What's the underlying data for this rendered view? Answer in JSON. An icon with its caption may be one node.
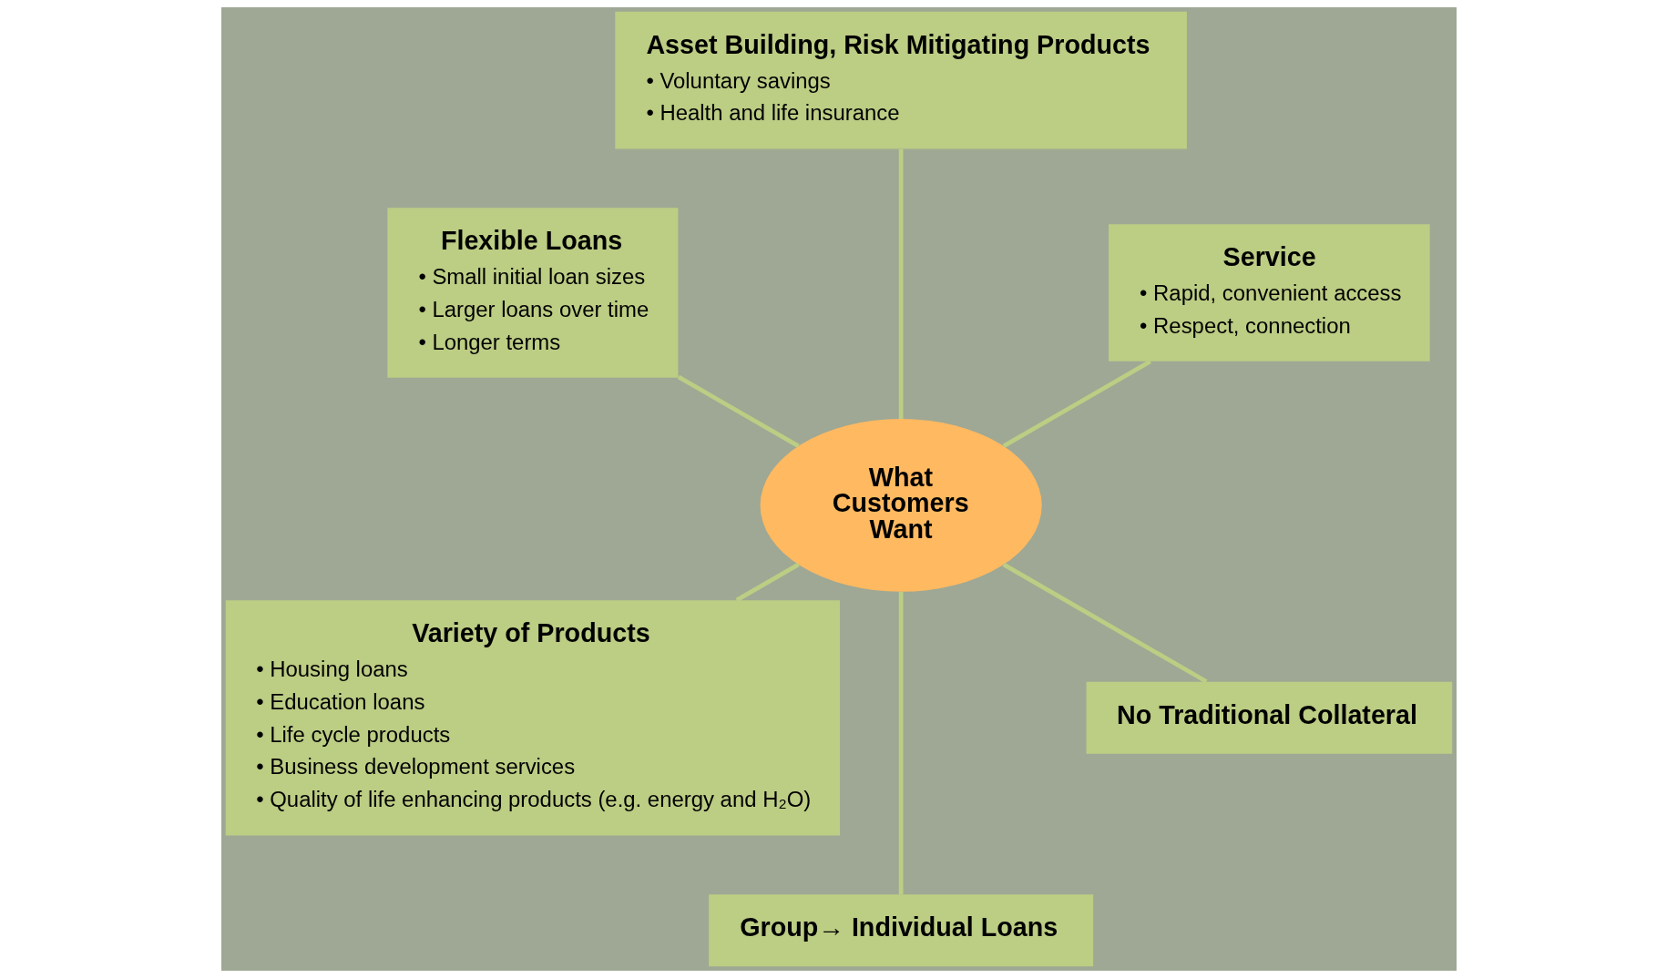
{
  "diagram": {
    "nodes": [
      {
        "text": [
          "Service",
          "• Rapid, convenient access",
          "• Respect, connection"
        ]
      },
      {
        "text": [
          "Asset Building, Risk Mitigating Products",
          "• Voluntary savings",
          "• Health and life insurance"
        ]
      },
      {
        "text": [
          "Flexible Loans",
          "• Small initial loan sizes",
          "• Larger loans over time",
          "• Longer terms"
        ]
      },
      {
        "text": [
          "What Customers Want"
        ]
      },
      {
        "text": [
          "Variety of Products",
          "• Housing loans",
          "• Education loans",
          "• Life cycle products",
          "• Business development services",
          "• Quality of life enhancing products (e.g. energy and H₂O)"
        ]
      },
      {
        "text": [
          "Group→ Individual Loans"
        ]
      },
      {
        "text": [
          "No Traditional Collateral"
        ]
      }
    ],
    "edges": [
      {
        "from": 3,
        "to": 0,
        "arrow": "none"
      },
      {
        "from": 3,
        "to": 1,
        "arrow": "none"
      },
      {
        "from": 3,
        "to": 2,
        "arrow": "none"
      },
      {
        "from": 3,
        "to": 4,
        "arrow": "none"
      },
      {
        "from": 3,
        "to": 5,
        "arrow": "none"
      },
      {
        "from": 3,
        "to": 6,
        "arrow": "none"
      }
    ]
  }
}
